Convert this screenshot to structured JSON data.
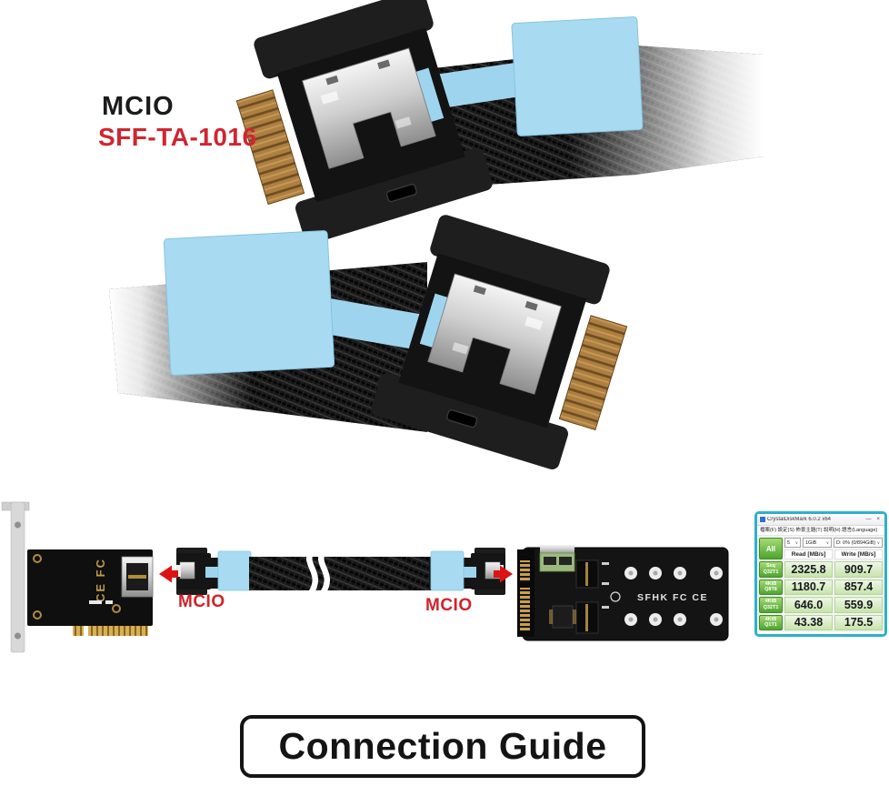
{
  "product": {
    "name": "MCIO",
    "spec": "SFF-TA-1016"
  },
  "guide": {
    "left_connector_label": "MCIO",
    "right_connector_label": "MCIO",
    "title": "Connection Guide"
  },
  "card": {
    "markings": "CE FC"
  },
  "adapter": {
    "markings": "SFHK  FC CE"
  },
  "benchmark": {
    "window_title": "CrystalDiskMark 6.0.2 x64",
    "minimize_glyph": "—",
    "close_glyph": "×",
    "menu": "檔案(F)  設定(S)  佈景主題(T)  說明(H)  語言(Language)",
    "all_button": "All",
    "dropdowns": {
      "count": "5",
      "size": "1GiB",
      "drive": "D: 0% (0/894GiB)"
    },
    "read_header": "Read [MB/s]",
    "write_header": "Write [MB/s]",
    "rows": [
      {
        "label_top": "Seq",
        "label_bottom": "Q32T1",
        "read": "2325.8",
        "write": "909.7"
      },
      {
        "label_top": "4KiB",
        "label_bottom": "Q8T8",
        "read": "1180.7",
        "write": "857.4"
      },
      {
        "label_top": "4KiB",
        "label_bottom": "Q32T1",
        "read": "646.0",
        "write": "559.9"
      },
      {
        "label_top": "4KiB",
        "label_bottom": "Q1T1",
        "read": "43.38",
        "write": "175.5"
      }
    ]
  },
  "icons": {
    "dropdown_caret": "∨"
  },
  "colors": {
    "accent_red": "#d1232a",
    "cap_blue": "#a8dbf2",
    "bench_border_teal": "#2fb0c9",
    "bench_green": "#5cb23c",
    "gold": "#b2823f"
  }
}
